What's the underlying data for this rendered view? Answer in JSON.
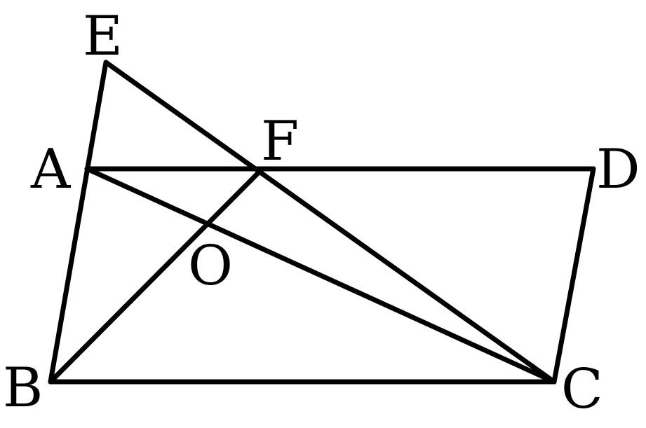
{
  "figure": {
    "points": {
      "E": "E",
      "A": "A",
      "F": "F",
      "D": "D",
      "O": "O",
      "B": "B",
      "C": "C"
    },
    "segments": [
      {
        "from": "E",
        "to": "B"
      },
      {
        "from": "E",
        "to": "C"
      },
      {
        "from": "A",
        "to": "D"
      },
      {
        "from": "A",
        "to": "C"
      },
      {
        "from": "F",
        "to": "B"
      },
      {
        "from": "D",
        "to": "C"
      },
      {
        "from": "B",
        "to": "C"
      }
    ],
    "colors": {
      "stroke": "#000000",
      "background": "#ffffff"
    }
  }
}
